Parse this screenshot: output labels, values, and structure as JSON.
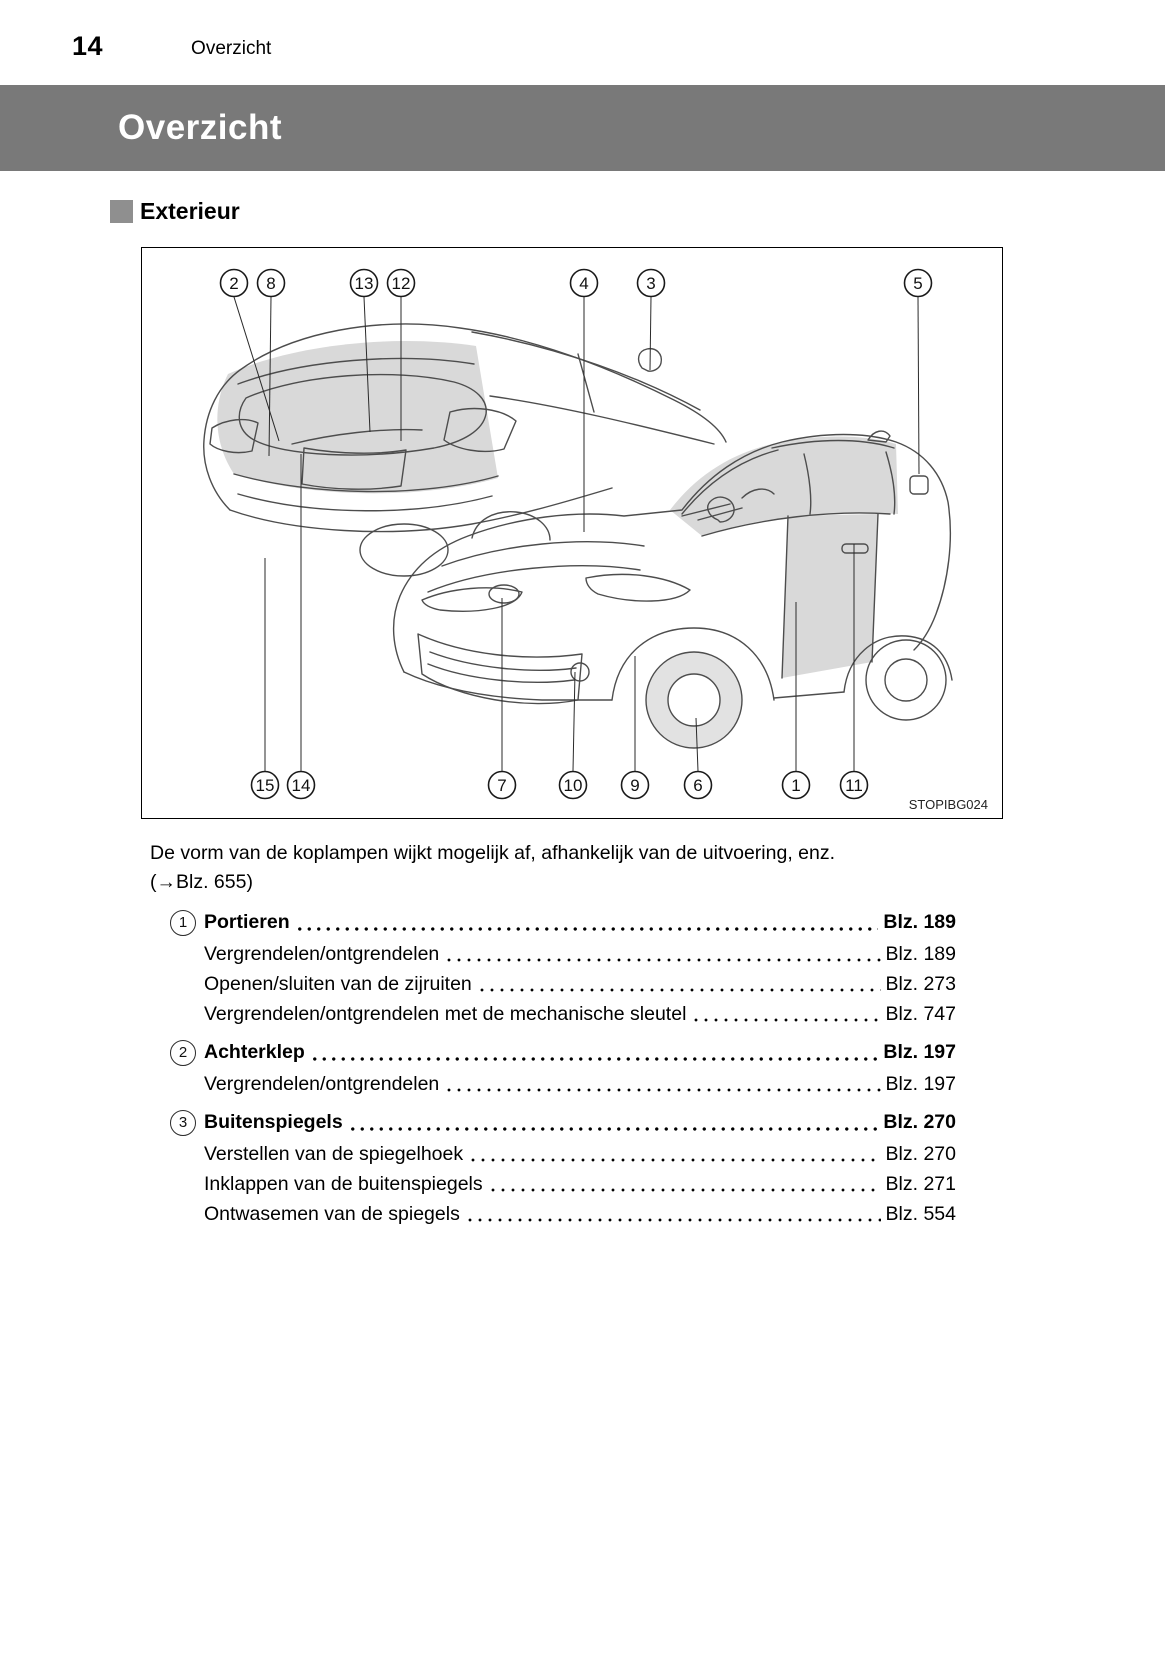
{
  "page": {
    "number": "14",
    "running_header": "Overzicht"
  },
  "banner": {
    "title": "Overzicht"
  },
  "section": {
    "title": "Exterieur"
  },
  "figure": {
    "code": "STOPIBG024",
    "callouts_top": [
      "2",
      "8",
      "13",
      "12",
      "4",
      "3",
      "5"
    ],
    "callouts_bottom": [
      "15",
      "14",
      "7",
      "10",
      "9",
      "6",
      "1",
      "11"
    ]
  },
  "note": {
    "text": "De vorm van de koplampen wijkt mogelijk af, afhankelijk van de uitvoering, enz.",
    "ref": "(→Blz. 655)"
  },
  "toc": {
    "items": [
      {
        "number": "1",
        "title": "Portieren",
        "page": "Blz. 189",
        "subitems": [
          {
            "label": "Vergrendelen/ontgrendelen",
            "page": "Blz. 189"
          },
          {
            "label": "Openen/sluiten van de zijruiten",
            "page": "Blz. 273"
          },
          {
            "label": "Vergrendelen/ontgrendelen met de mechanische sleutel",
            "page": "Blz. 747"
          }
        ]
      },
      {
        "number": "2",
        "title": "Achterklep",
        "page": "Blz. 197",
        "subitems": [
          {
            "label": "Vergrendelen/ontgrendelen",
            "page": "Blz. 197"
          }
        ]
      },
      {
        "number": "3",
        "title": "Buitenspiegels",
        "page": "Blz. 270",
        "subitems": [
          {
            "label": "Verstellen van de spiegelhoek",
            "page": "Blz. 270"
          },
          {
            "label": "Inklappen van de buitenspiegels",
            "page": "Blz. 271"
          },
          {
            "label": "Ontwasemen van de spiegels",
            "page": "Blz. 554"
          }
        ]
      }
    ]
  },
  "colors": {
    "banner_bg": "#797979",
    "section_square": "#8f8f8f",
    "line_art": "#4d4d4d",
    "shade": "#d9d9d9"
  }
}
